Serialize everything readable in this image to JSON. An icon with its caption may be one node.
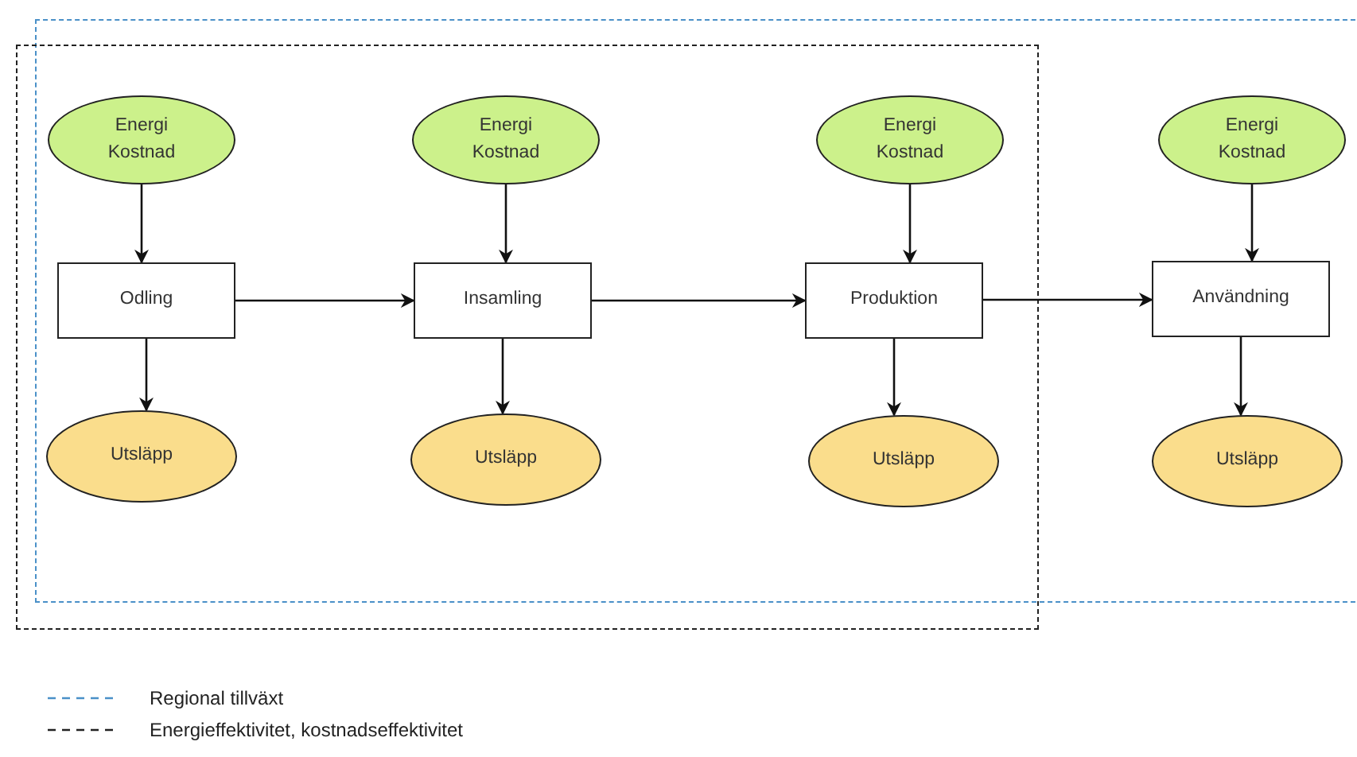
{
  "diagram": {
    "nodes": [
      {
        "text": [
          "Energi Kostnad"
        ]
      },
      {
        "text": [
          "Energi Kostnad"
        ]
      },
      {
        "text": [
          "Energi Kostnad"
        ]
      },
      {
        "text": [
          "Energi Kostnad"
        ]
      },
      {
        "text": [
          "Odling"
        ]
      },
      {
        "text": [
          "Insamling"
        ]
      },
      {
        "text": [
          "Produktion"
        ]
      },
      {
        "text": [
          "Användning"
        ]
      },
      {
        "text": [
          "Utsläpp"
        ]
      },
      {
        "text": [
          "Utsläpp"
        ]
      },
      {
        "text": [
          "Utsläpp"
        ]
      },
      {
        "text": [
          "Utsläpp"
        ]
      }
    ],
    "edges": [
      {
        "from": 0,
        "to": 4,
        "arrow": "to"
      },
      {
        "from": 1,
        "to": 5,
        "arrow": "to"
      },
      {
        "from": 2,
        "to": 6,
        "arrow": "to"
      },
      {
        "from": 3,
        "to": 7,
        "arrow": "to"
      },
      {
        "from": 4,
        "to": 5,
        "arrow": "to"
      },
      {
        "from": 5,
        "to": 6,
        "arrow": "to"
      },
      {
        "from": 6,
        "to": 7,
        "arrow": "to"
      },
      {
        "from": 4,
        "to": 8,
        "arrow": "to"
      },
      {
        "from": 5,
        "to": 9,
        "arrow": "to"
      },
      {
        "from": 6,
        "to": 10,
        "arrow": "to"
      },
      {
        "from": 7,
        "to": 11,
        "arrow": "to"
      }
    ],
    "legend": [
      {
        "text": "Regional tillväxt"
      },
      {
        "text": "Energieffektivitet, kostnadseffektivitet"
      }
    ]
  }
}
